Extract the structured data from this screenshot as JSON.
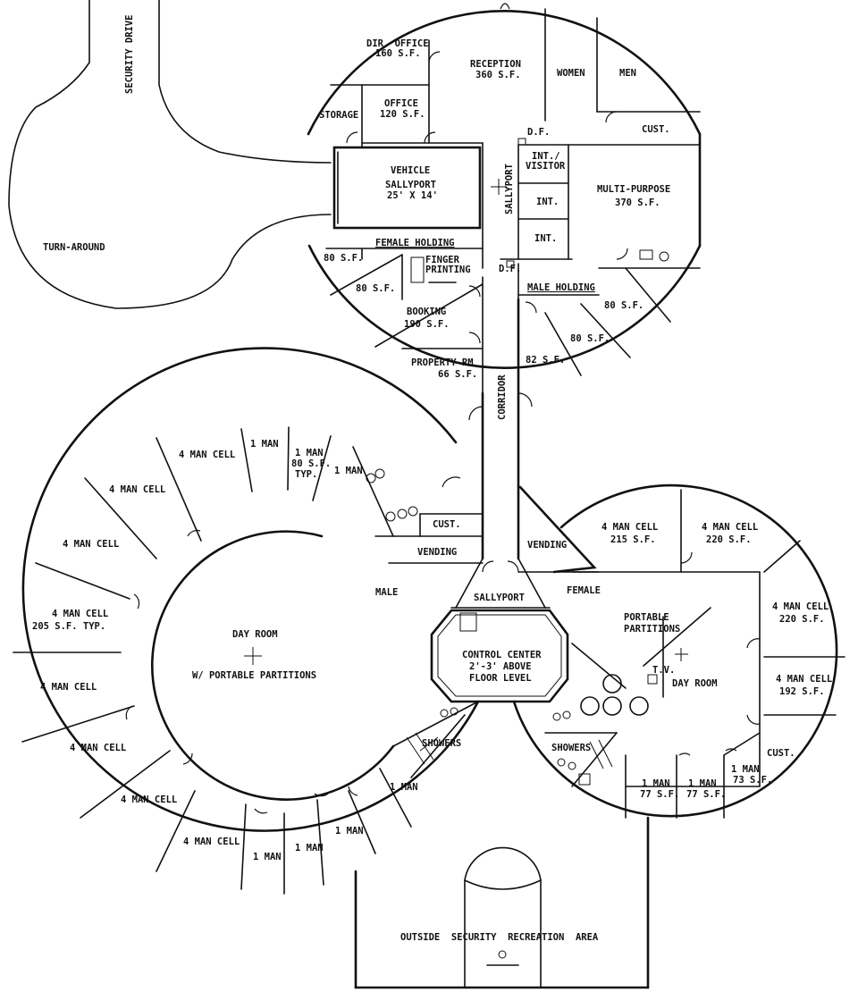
{
  "site": {
    "security_drive": "SECURITY DRIVE",
    "turn_around": "TURN-AROUND"
  },
  "admin_pod": {
    "dir_office": "DIR. OFFICE",
    "dir_office_sf": "160 S.F.",
    "reception": "RECEPTION",
    "reception_sf": "360 S.F.",
    "women": "WOMEN",
    "men": "MEN",
    "storage": "STORAGE",
    "office": "OFFICE",
    "office_sf": "120 S.F.",
    "df_top": "D.F.",
    "cust_top": "CUST.",
    "int_visitor_1": "INT./",
    "int_visitor_2": "VISITOR",
    "vehicle_sallyport_1": "VEHICLE",
    "vehicle_sallyport_2": "SALLYPORT",
    "vehicle_sallyport_3": "25' X 14'",
    "sallyport": "SALLYPORT",
    "int_a": "INT.",
    "int_b": "INT.",
    "multi_purpose": "MULTI-PURPOSE",
    "multi_purpose_sf": "370 S.F.",
    "female_holding": "FEMALE HOLDING",
    "fh_80a": "80 S.F.",
    "fh_80b": "80 S.F.",
    "finger_1": "FINGER",
    "finger_2": "PRINTING",
    "df_bottom": "D.F.",
    "booking": "BOOKING",
    "booking_sf": "190 S.F.",
    "property": "PROPERTY RM",
    "property_sf": "66 S.F.",
    "male_holding": "MALE HOLDING",
    "mh_80a": "80 S.F.",
    "mh_80b": "80 S.F.",
    "mh_82": "82 S.F."
  },
  "corridor": "CORRIDOR",
  "male_pod": {
    "label": "MALE",
    "cell_4man": "4 MAN CELL",
    "cell_205": "205 S.F. TYP.",
    "one_man": "1 MAN",
    "one_man_sf": "80 S.F.",
    "typ": "TYP.",
    "cust": "CUST.",
    "vending": "VENDING",
    "day_room": "DAY ROOM",
    "day_room_sub": "W/ PORTABLE PARTITIONS",
    "showers": "SHOWERS"
  },
  "center": {
    "sallyport": "SALLYPORT",
    "control_1": "CONTROL CENTER",
    "control_2": "2'-3' ABOVE",
    "control_3": "FLOOR LEVEL"
  },
  "female_pod": {
    "label": "FEMALE",
    "vending": "VENDING",
    "cell_4man": "4 MAN CELL",
    "sf_215": "215 S.F.",
    "sf_220a": "220 S.F.",
    "sf_220b": "220 S.F.",
    "sf_192": "192 S.F.",
    "portable": "PORTABLE",
    "partitions": "PARTITIONS",
    "tv": "T.V.",
    "day_room": "DAY ROOM",
    "cust": "CUST.",
    "showers": "SHOWERS",
    "one_man": "1 MAN",
    "sf_77a": "77 S.F.",
    "sf_77b": "77 S.F.",
    "sf_73": "73 S.F."
  },
  "recreation": {
    "label": "OUTSIDE  SECURITY  RECREATION  AREA"
  }
}
